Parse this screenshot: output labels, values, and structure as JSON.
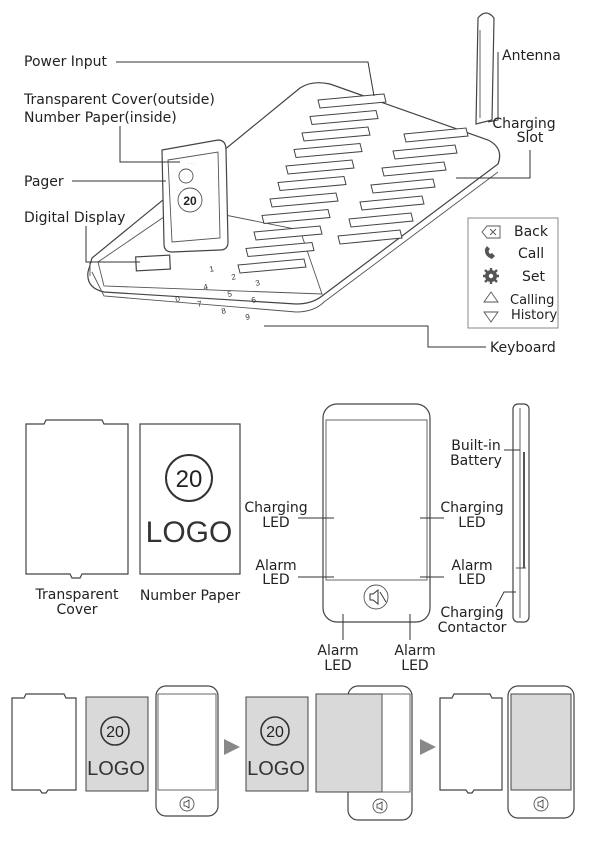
{
  "top_diagram": {
    "labels": {
      "power_input": "Power Input",
      "transparent_cover_outside": "Transparent Cover(outside)",
      "number_paper_inside": "Number Paper(inside)",
      "pager": "Pager",
      "digital_display": "Digital Display",
      "antenna": "Antenna",
      "charging_slot_line1": "Charging",
      "charging_slot_line2": "Slot",
      "keyboard": "Keyboard"
    },
    "pager_number": "20",
    "legend": [
      {
        "icon": "back-icon",
        "label": "Back"
      },
      {
        "icon": "call-icon",
        "label": "Call"
      },
      {
        "icon": "gear-icon",
        "label": "Set"
      },
      {
        "icon": "triangle-up-icon",
        "label": "Calling"
      },
      {
        "icon": "triangle-down-icon",
        "label": "History"
      }
    ],
    "keypad_keys": [
      "1",
      "2",
      "3",
      "4",
      "5",
      "6",
      "7",
      "8",
      "9",
      "0"
    ]
  },
  "middle_diagram": {
    "transparent_cover_line1": "Transparent",
    "transparent_cover_line2": "Cover",
    "number_paper": "Number Paper",
    "paper_number": "20",
    "paper_logo": "LOGO",
    "charging_led_left_1": "Charging",
    "charging_led_left_2": "LED",
    "charging_led_right_1": "Charging",
    "charging_led_right_2": "LED",
    "alarm_led_left_1": "Alarm",
    "alarm_led_left_2": "LED",
    "alarm_led_right_1": "Alarm",
    "alarm_led_right_2": "LED",
    "alarm_led_bottom_left_1": "Alarm",
    "alarm_led_bottom_left_2": "LED",
    "alarm_led_bottom_right_1": "Alarm",
    "alarm_led_bottom_right_2": "LED",
    "built_in_battery_1": "Built-in",
    "built_in_battery_2": "Battery",
    "charging_contactor_1": "Charging",
    "charging_contactor_2": "Contactor"
  },
  "bottom_steps": {
    "step2_number": "20",
    "step2_logo": "LOGO",
    "step3_number": "20",
    "step3_logo": "LOGO"
  },
  "colors": {
    "paper_fill": "#d9d9d9",
    "line": "#333333"
  }
}
